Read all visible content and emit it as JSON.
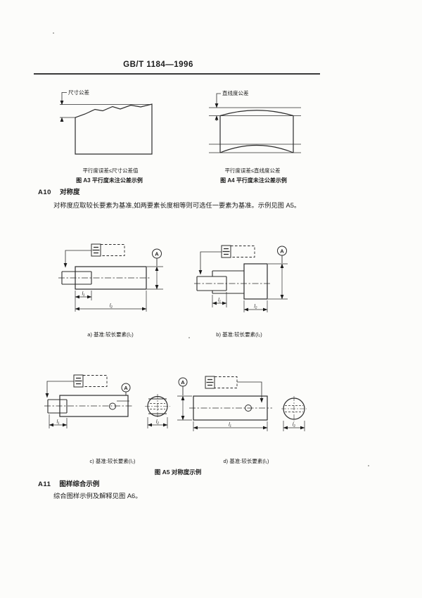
{
  "header": {
    "standard_number": "GB/T 1184—1996"
  },
  "figures_top": {
    "a3": {
      "tolerance_label": "尺寸公差",
      "condition": "平行度误差≤尺寸公差值",
      "caption": "图 A3  平行度未注公差示例"
    },
    "a4": {
      "tolerance_label": "直线度公差",
      "condition": "平行度误差≤直线度公差",
      "caption": "图 A4  平行度未注公差示例"
    }
  },
  "section_a10": {
    "number": "A10",
    "title": "对称度",
    "body": "对称度应取较长要素为基准,如两要素长度相等则可选任一要素为基准。示例见图 A5。"
  },
  "figure_a5": {
    "caption": "图 A5  对称度示例",
    "datum_letter": "A",
    "dim_l1": "l₁",
    "dim_l2": "l₂",
    "sub_a_label": "a) 基准:较长要素(l₂)",
    "sub_b_label": "b) 基准:较长要素(l₂)",
    "sub_c_label": "c) 基准:较长要素(l₂)",
    "sub_d_label": "d) 基准:较长要素(l₁)"
  },
  "section_a11": {
    "number": "A11",
    "title": "图样综合示例",
    "body": "综合图样示例及解释见图 A6。"
  },
  "colors": {
    "paper": "#fcfcfa",
    "ink": "#1b1b1b"
  }
}
